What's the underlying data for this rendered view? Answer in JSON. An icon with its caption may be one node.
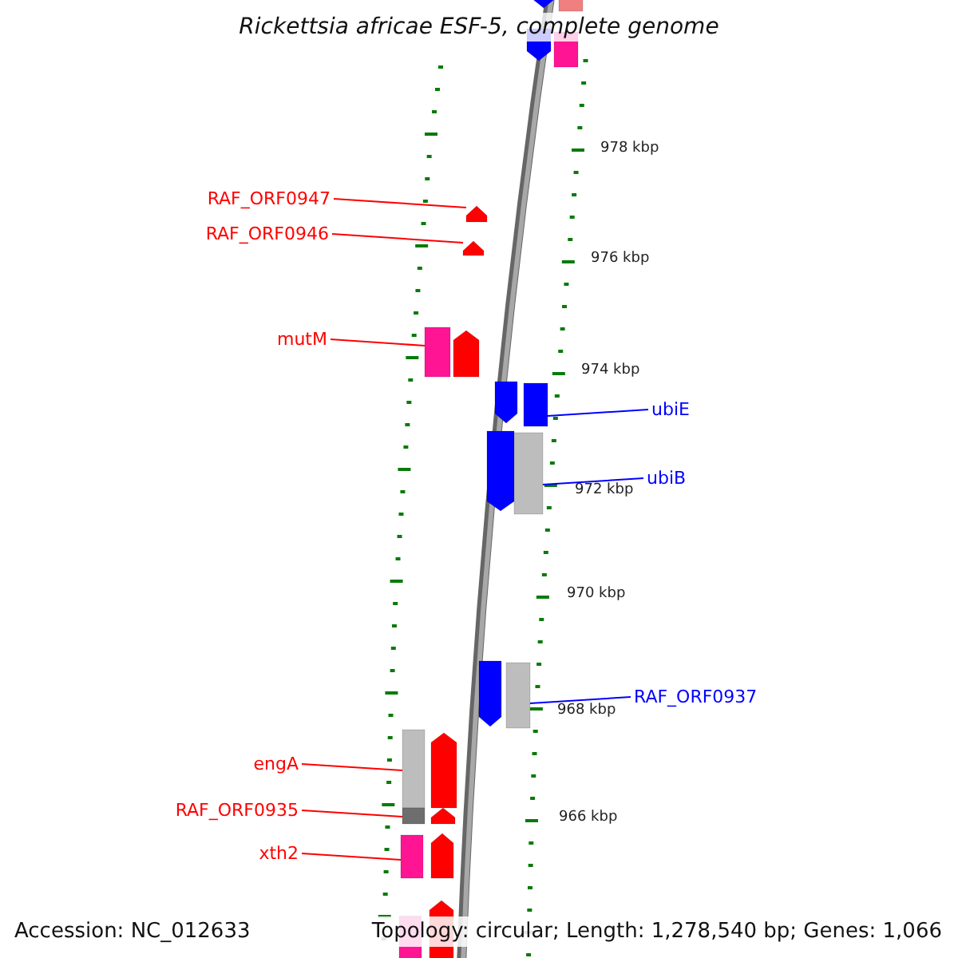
{
  "diagram": {
    "title": "Rickettsia africae ESF-5, complete genome",
    "nodes": [
      {
        "text": [
          "RAF_ORF0947"
        ]
      },
      {
        "text": [],
        "shape": "arrow"
      },
      {
        "text": [
          "RAF_ORF0946"
        ]
      },
      {
        "text": [],
        "shape": "arrow"
      },
      {
        "text": [
          "mutM"
        ]
      },
      {
        "text": [],
        "shape": "bar"
      },
      {
        "text": [
          "ubiE"
        ]
      },
      {
        "text": [],
        "shape": "bar"
      },
      {
        "text": [
          "ubiB"
        ]
      },
      {
        "text": [],
        "shape": "bar"
      },
      {
        "text": [
          "RAF_ORF0937"
        ]
      },
      {
        "text": [],
        "shape": "bar"
      },
      {
        "text": [
          "engA"
        ]
      },
      {
        "text": [],
        "shape": "bar"
      },
      {
        "text": [
          "RAF_ORF0935"
        ]
      },
      {
        "text": [],
        "shape": "bar"
      },
      {
        "text": [
          "xth2"
        ]
      },
      {
        "text": [],
        "shape": "bar"
      }
    ],
    "edges": [
      {
        "from": 0,
        "to": 1,
        "arrow": "none"
      },
      {
        "from": 2,
        "to": 3,
        "arrow": "none"
      },
      {
        "from": 4,
        "to": 5,
        "arrow": "none"
      },
      {
        "from": 6,
        "to": 7,
        "arrow": "none",
        "color": "#0000ff"
      },
      {
        "from": 8,
        "to": 9,
        "arrow": "none",
        "color": "#0000ff"
      },
      {
        "from": 10,
        "to": 11,
        "arrow": "none",
        "color": "#0000ff"
      },
      {
        "from": 12,
        "to": 13,
        "arrow": "none"
      },
      {
        "from": 14,
        "to": 15,
        "arrow": "none"
      },
      {
        "from": 16,
        "to": 17,
        "arrow": "none"
      }
    ],
    "labels": [
      "978 kbp",
      "976 kbp",
      "974 kbp",
      "972 kbp",
      "970 kbp",
      "968 kbp",
      "966 kbp",
      "Accession: NC_012633",
      "Topology: circular; Length: 1,278,540 bp; Genes: 1,066"
    ]
  }
}
